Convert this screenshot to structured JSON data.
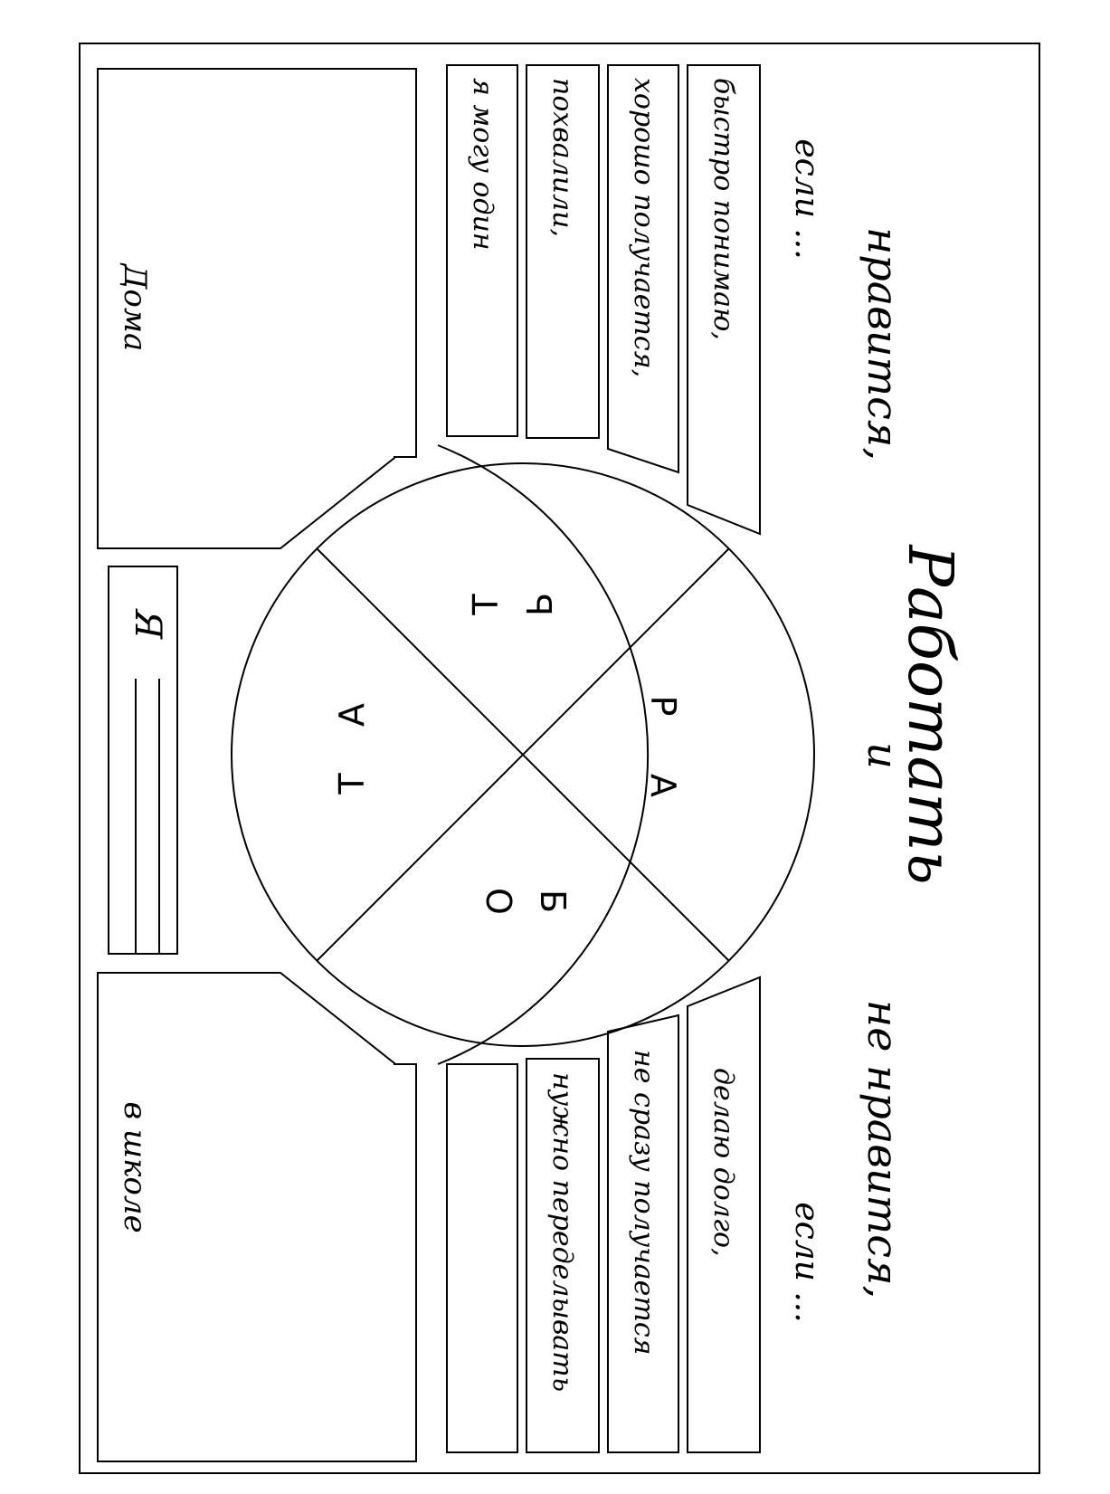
{
  "worksheet": {
    "title": "Работать",
    "conjunction": "и",
    "like_heading": "нравится,",
    "like_if": "если ...",
    "dislike_heading": "не нравится,",
    "dislike_if": "если ...",
    "like_items": [
      "быстро понимаю,",
      "хорошо получается,",
      "похвалили,",
      "я могу один"
    ],
    "dislike_items": [
      "делаю долго,",
      "не сразу получается",
      "нужно переделывать",
      ""
    ],
    "circle_letters": [
      "Р",
      "А",
      "Б",
      "О",
      "Т",
      "А",
      "Т",
      "Ь"
    ],
    "home_label": "Дома",
    "school_label": "в школе",
    "self_label": "Я"
  }
}
